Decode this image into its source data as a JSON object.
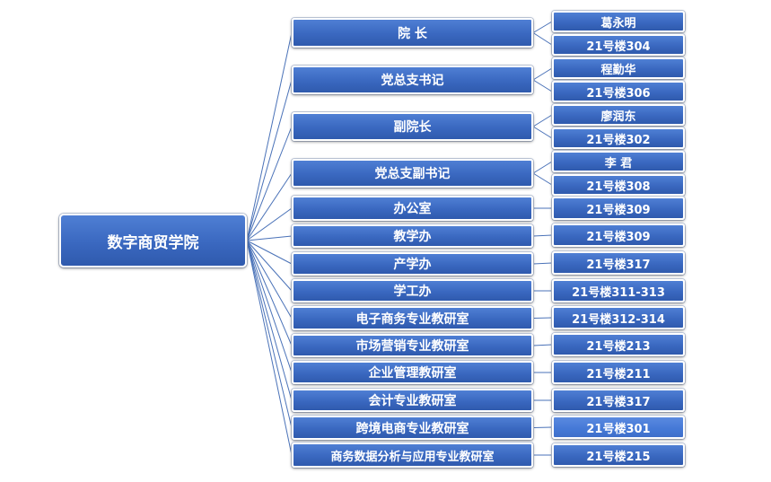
{
  "root": "数字商贸学院",
  "units": [
    {
      "name": "院  长",
      "details": [
        "葛永明",
        "21号楼304"
      ]
    },
    {
      "name": "党总支书记",
      "details": [
        "程勤华",
        "21号楼306"
      ]
    },
    {
      "name": "副院长",
      "details": [
        "廖润东",
        "21号楼302"
      ]
    },
    {
      "name": "党总支副书记",
      "details": [
        "李  君",
        "21号楼308"
      ]
    },
    {
      "name": "办公室",
      "details": [
        "21号楼309"
      ]
    },
    {
      "name": "教学办",
      "details": [
        "21号楼309"
      ]
    },
    {
      "name": "产学办",
      "details": [
        "21号楼317"
      ]
    },
    {
      "name": "学工办",
      "details": [
        "21号楼311-313"
      ]
    },
    {
      "name": "电子商务专业教研室",
      "details": [
        "21号楼312-314"
      ]
    },
    {
      "name": "市场营销专业教研室",
      "details": [
        "21号楼213"
      ]
    },
    {
      "name": "企业管理教研室",
      "details": [
        "21号楼211"
      ]
    },
    {
      "name": "会计专业教研室",
      "details": [
        "21号楼317"
      ]
    },
    {
      "name": "跨境电商专业教研室",
      "details": [
        "21号楼301"
      ]
    },
    {
      "name": "商务数据分析与应用专业教研室",
      "details": [
        "21号楼215"
      ]
    }
  ]
}
